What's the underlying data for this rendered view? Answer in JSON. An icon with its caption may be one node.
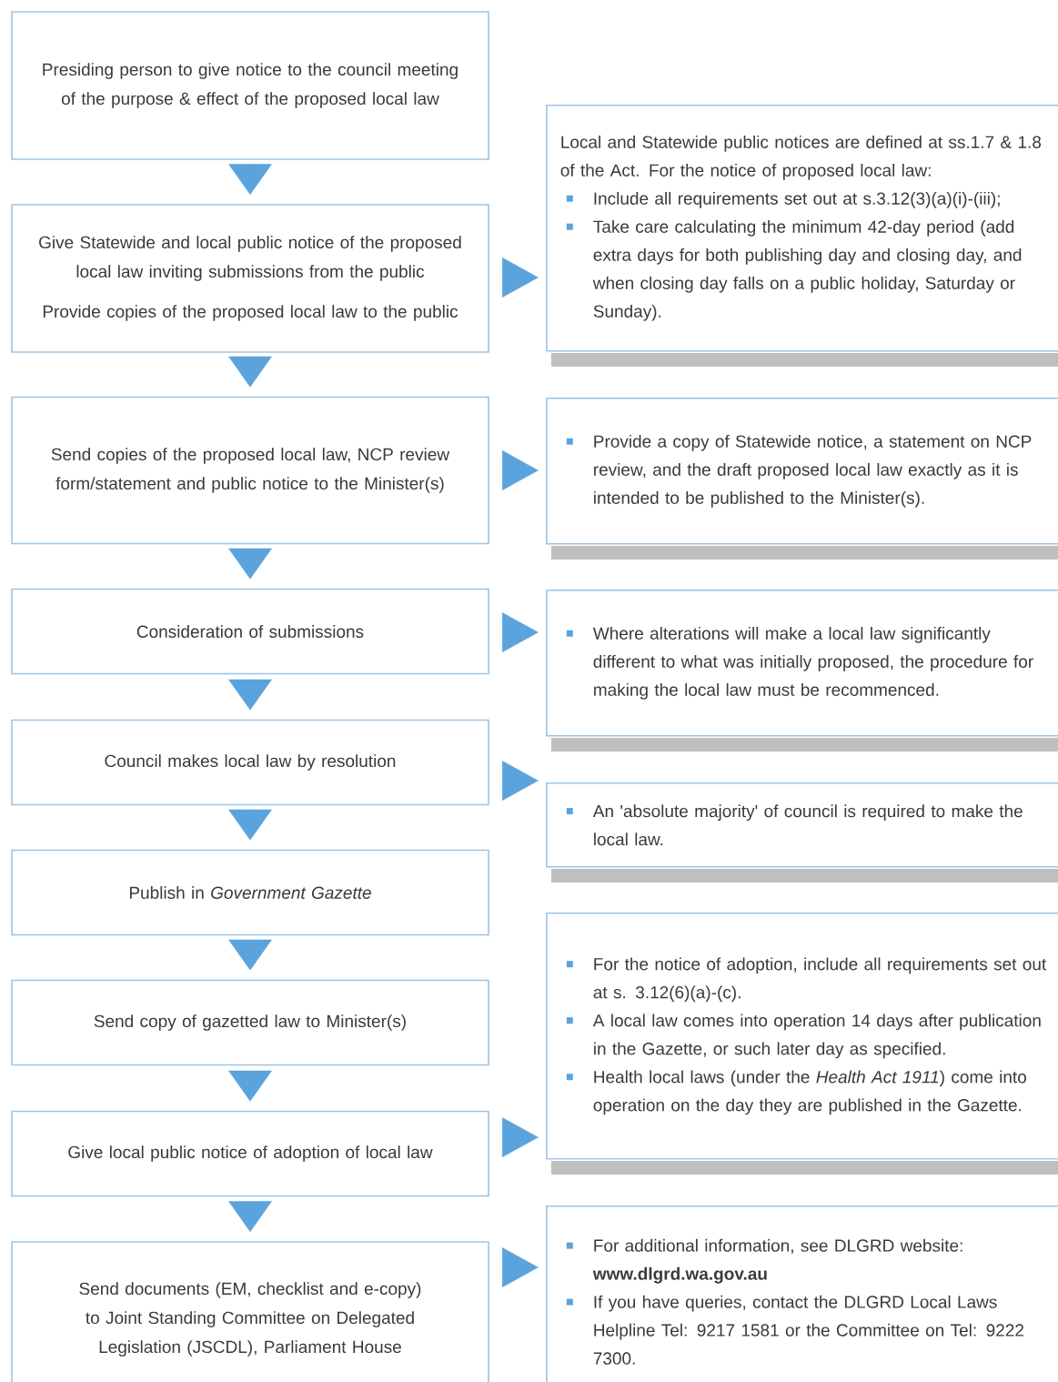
{
  "diagram": {
    "nodes": [
      {
        "text": [
          "Presiding person to give notice to the council meeting of the purpose & effect of the proposed local law"
        ]
      },
      {
        "text": [
          "Give Statewide and local public notice of the proposed local law inviting submissions from the public",
          "Provide copies of the proposed local law to the public"
        ]
      },
      {
        "text": [
          "Send copies of the proposed local law, NCP review form/statement and public notice to the Minister(s)"
        ]
      },
      {
        "text": [
          "Consideration of submissions"
        ]
      },
      {
        "text": [
          "Council makes local law by resolution"
        ]
      },
      {
        "text": [
          "Publish in *Government Gazette*"
        ]
      },
      {
        "text": [
          "Send copy of gazetted law to Minister(s)"
        ]
      },
      {
        "text": [
          "Give local public notice of adoption of local law"
        ]
      },
      {
        "text": [
          "Send documents (EM, checklist and e-copy) to Joint Standing Committee on Delegated Legislation (JSCDL), Parliament House"
        ]
      },
      {
        "text": [
          "Local and Statewide public notices are defined at ss.1.7 & 1.8 of the Act. For the notice of proposed local law:",
          "Include all requirements set out at s.3.12(3)(a)(i)-(iii);",
          "Take care calculating the minimum 42-day period (add extra days for both publishing day and closing day, and when closing day falls on a public holiday, Saturday or Sunday)."
        ]
      },
      {
        "text": [
          "Provide a copy of Statewide notice, a statement on NCP review, and the draft proposed local law exactly as it is intended to be published to the Minister(s)."
        ]
      },
      {
        "text": [
          "Where alterations will make a local law significantly different to what was initially proposed, the procedure for making the local law must be recommenced."
        ]
      },
      {
        "text": [
          "An 'absolute majority' of council is required to make the local law."
        ]
      },
      {
        "text": [
          "For the notice of adoption, include all requirements set out at s. 3.12(6)(a)-(c).",
          "A local law comes into operation 14 days after publication in the Gazette, or such later day as specified.",
          "Health local laws (under the *Health Act 1911*) come into operation on the day they are published in the Gazette."
        ]
      },
      {
        "text": [
          "For additional information, see DLGRD website: **www.dlgrd.wa.gov.au**",
          "If you have queries, contact the DLGRD Local Laws Helpline Tel: 9217 1581 or the Committee on Tel: 9222 7300."
        ]
      }
    ],
    "edges": [
      {
        "from": 0,
        "to": 1,
        "arrow": "to"
      },
      {
        "from": 1,
        "to": 2,
        "arrow": "to"
      },
      {
        "from": 2,
        "to": 3,
        "arrow": "to"
      },
      {
        "from": 3,
        "to": 4,
        "arrow": "to"
      },
      {
        "from": 4,
        "to": 5,
        "arrow": "to"
      },
      {
        "from": 5,
        "to": 6,
        "arrow": "to"
      },
      {
        "from": 6,
        "to": 7,
        "arrow": "to"
      },
      {
        "from": 7,
        "to": 8,
        "arrow": "to"
      },
      {
        "from": 1,
        "to": 9,
        "arrow": "to"
      },
      {
        "from": 2,
        "to": 10,
        "arrow": "to"
      },
      {
        "from": 3,
        "to": 11,
        "arrow": "to"
      },
      {
        "from": 4,
        "to": 12,
        "arrow": "to"
      },
      {
        "from": 7,
        "to": 13,
        "arrow": "to"
      },
      {
        "from": 8,
        "to": 14,
        "arrow": "to"
      }
    ]
  }
}
